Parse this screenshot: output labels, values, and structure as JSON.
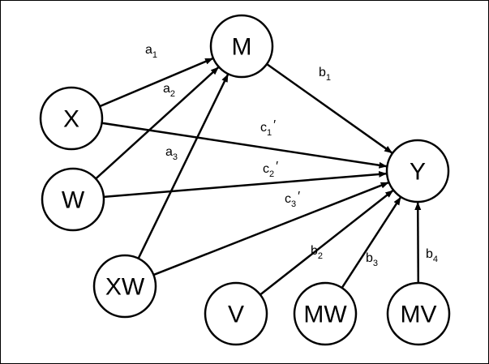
{
  "nodes": [
    {
      "id": "M",
      "label": "M"
    },
    {
      "id": "X",
      "label": "X"
    },
    {
      "id": "W",
      "label": "W"
    },
    {
      "id": "XW",
      "label": "XW"
    },
    {
      "id": "Y",
      "label": "Y"
    },
    {
      "id": "V",
      "label": "V"
    },
    {
      "id": "MW",
      "label": "MW"
    },
    {
      "id": "MV",
      "label": "MV"
    }
  ],
  "edges": [
    {
      "from": "X",
      "to": "M",
      "label": {
        "base": "a",
        "sub": "1",
        "prime": ""
      }
    },
    {
      "from": "W",
      "to": "M",
      "label": {
        "base": "a",
        "sub": "2",
        "prime": ""
      }
    },
    {
      "from": "XW",
      "to": "M",
      "label": {
        "base": "a",
        "sub": "3",
        "prime": ""
      }
    },
    {
      "from": "M",
      "to": "Y",
      "label": {
        "base": "b",
        "sub": "1",
        "prime": ""
      }
    },
    {
      "from": "X",
      "to": "Y",
      "label": {
        "base": "c",
        "sub": "1",
        "prime": "′"
      }
    },
    {
      "from": "W",
      "to": "Y",
      "label": {
        "base": "c",
        "sub": "2",
        "prime": "′"
      }
    },
    {
      "from": "XW",
      "to": "Y",
      "label": {
        "base": "c",
        "sub": "3",
        "prime": "′"
      }
    },
    {
      "from": "V",
      "to": "Y",
      "label": {
        "base": "b",
        "sub": "2",
        "prime": ""
      }
    },
    {
      "from": "MW",
      "to": "Y",
      "label": {
        "base": "b",
        "sub": "3",
        "prime": ""
      }
    },
    {
      "from": "MV",
      "to": "Y",
      "label": {
        "base": "b",
        "sub": "4",
        "prime": ""
      }
    }
  ]
}
